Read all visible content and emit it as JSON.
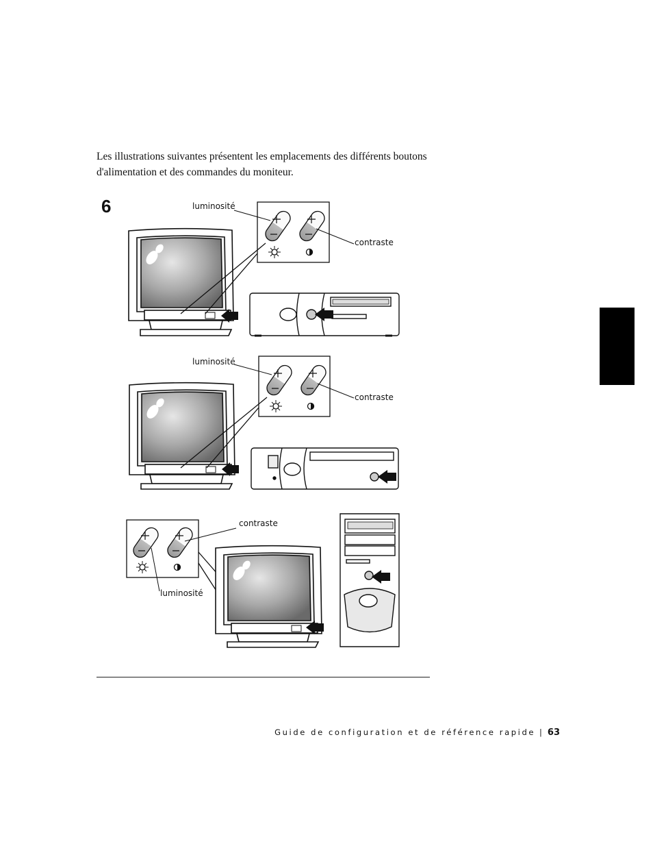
{
  "intro": "Les illustrations suivantes présentent les emplacements des différents boutons d'alimentation et des commandes du moniteur.",
  "step_number": "6",
  "labels": {
    "brightness": "luminosité",
    "contrast": "contraste"
  },
  "footer": {
    "title": "Guide de configuration et de référence rapide",
    "separator": "|",
    "page_number": "63"
  }
}
